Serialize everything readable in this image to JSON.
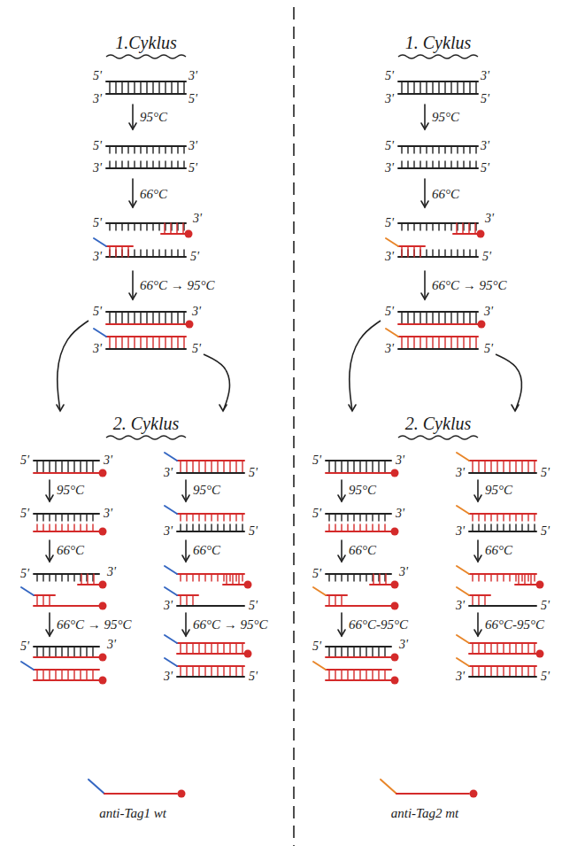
{
  "diagram": {
    "labels": [
      "1.Cyklus",
      "5'",
      "3'",
      "3'",
      "5'",
      "95°C",
      "5'",
      "3'",
      "3'",
      "5'",
      "66°C",
      "5'",
      "3'",
      "3'",
      "5'",
      "66°C → 95°C",
      "5'",
      "3'",
      "3'",
      "5'",
      "2. Cyklus",
      "5'",
      "3'",
      "3'",
      "5'",
      "95°C",
      "95°C",
      "5'",
      "3'",
      "3'",
      "5'",
      "66°C",
      "66°C",
      "5'",
      "3'",
      "3'",
      "5'",
      "66°C → 95°C",
      "66°C → 95°C",
      "5'",
      "3'",
      "3'",
      "5'",
      "anti-Tag1 wt",
      "1. Cyklus",
      "5'",
      "3'",
      "3'",
      "5'",
      "95°C",
      "5'",
      "3'",
      "3'",
      "5'",
      "66°C",
      "5'",
      "3'",
      "3'",
      "5'",
      "66°C → 95°C",
      "5'",
      "3'",
      "3'",
      "5'",
      "2. Cyklus",
      "5'",
      "3'",
      "3'",
      "5'",
      "95°C",
      "95°C",
      "5'",
      "3'",
      "3'",
      "5'",
      "66°C",
      "66°C",
      "5'",
      "3'",
      "3'",
      "5'",
      "66°C-95°C",
      "66°C-95°C",
      "5'",
      "3'",
      "3'",
      "5'",
      "anti-Tag2 mt"
    ]
  }
}
